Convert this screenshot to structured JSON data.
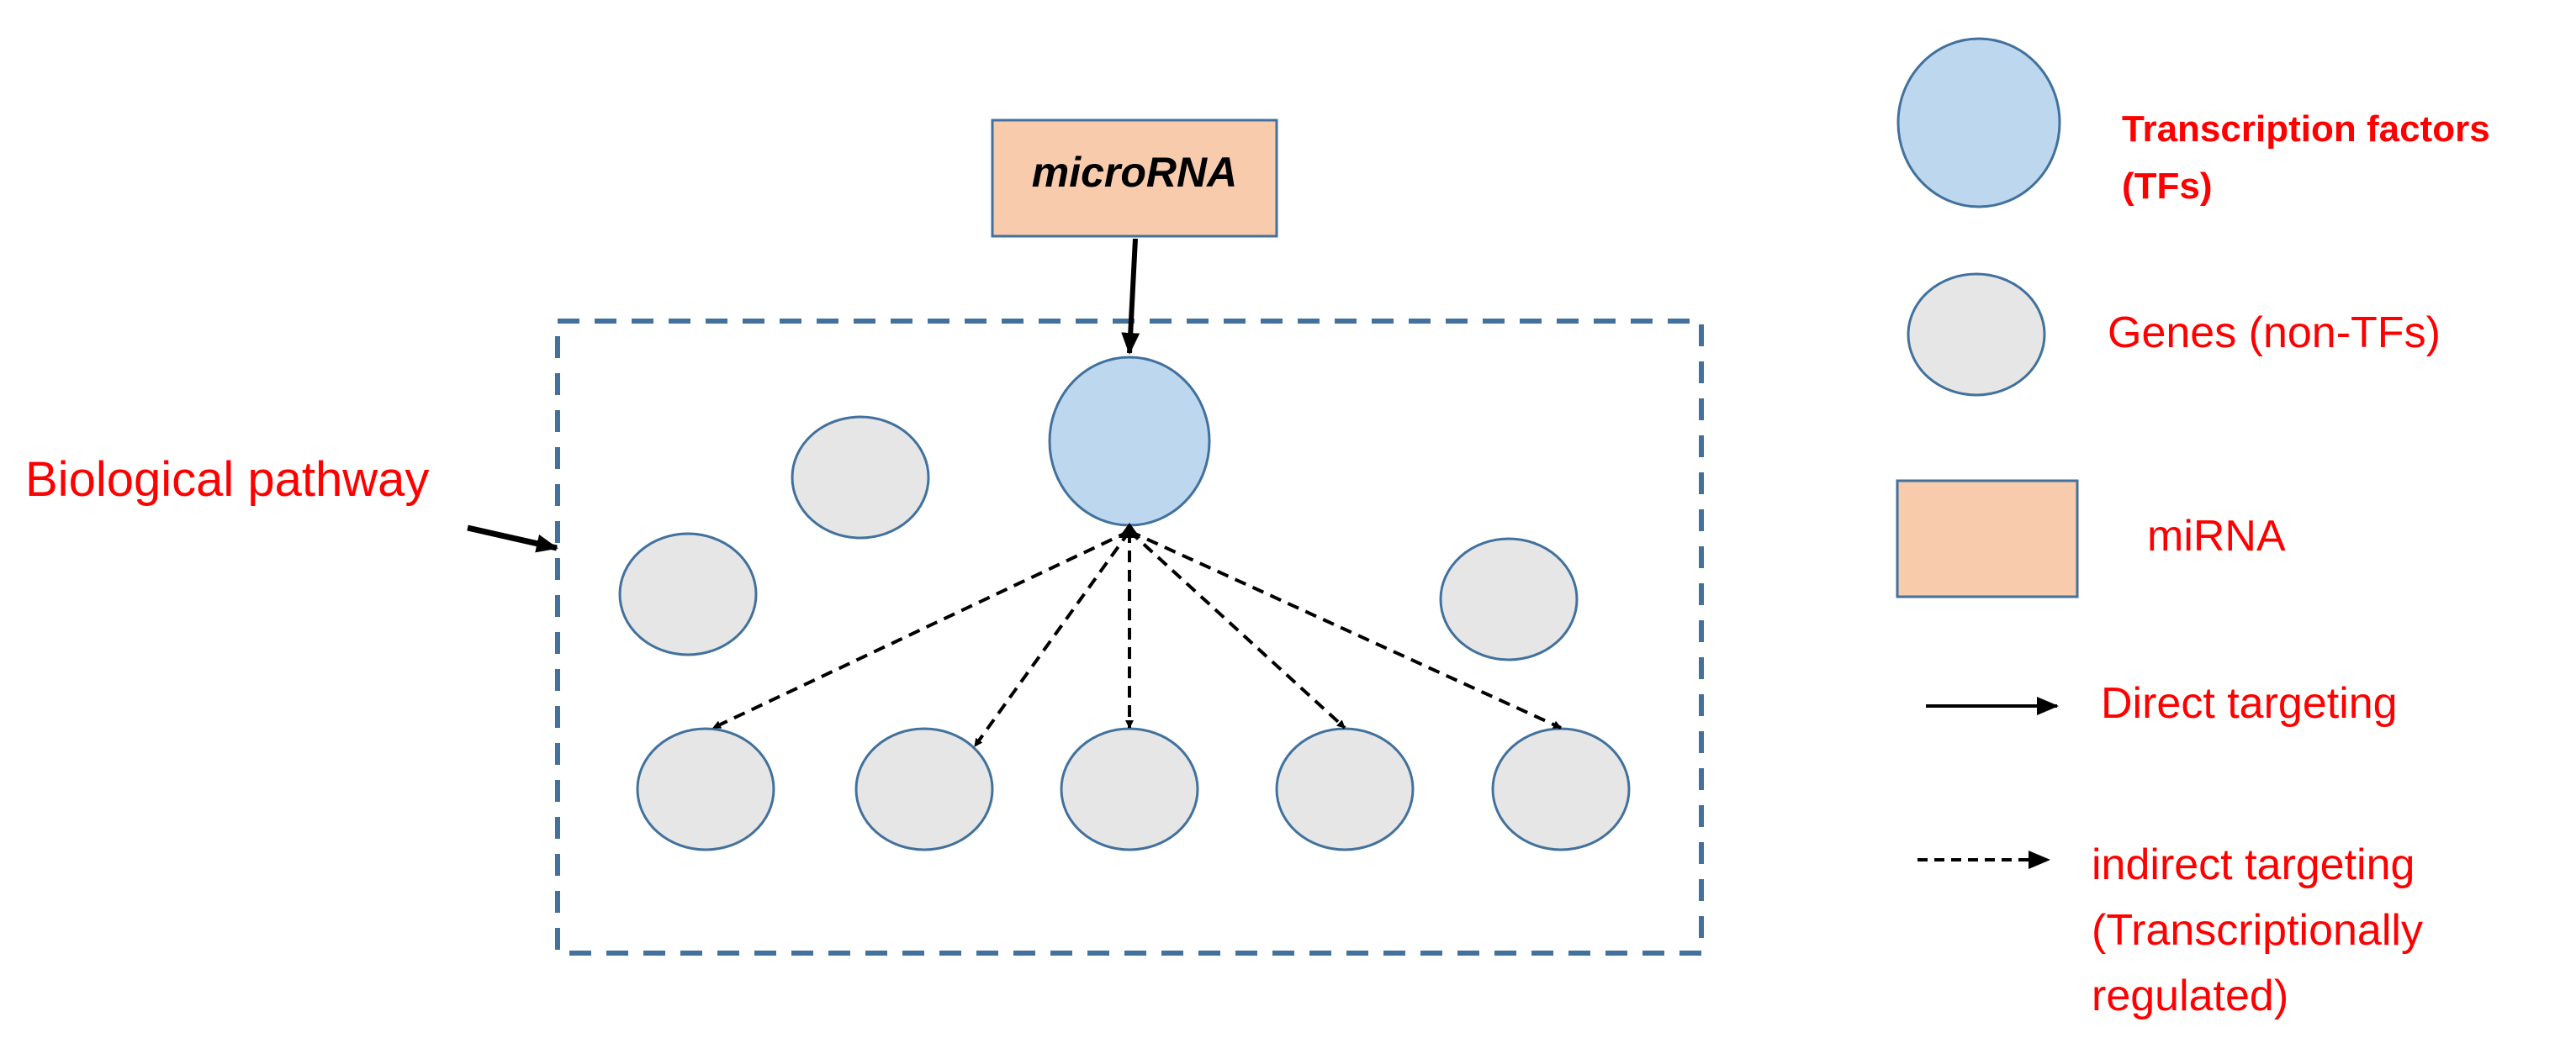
{
  "diagram": {
    "mirna_box_label": "microRNA",
    "pathway_label": "Biological pathway"
  },
  "legend": {
    "tf_line1": "Transcription factors",
    "tf_line2": "(TFs)",
    "genes": "Genes (non-TFs)",
    "mirna": "miRNA",
    "direct": "Direct targeting",
    "indirect_line1": "indirect targeting",
    "indirect_line2": "(Transcriptionally",
    "indirect_line3": "regulated)"
  },
  "colors": {
    "tf_fill": "#bdd7ee",
    "gene_fill": "#e6e6e6",
    "mirna_fill": "#f8cbad",
    "outline": "#41719c",
    "pathway_border": "#41719c",
    "label_red": "#ff0000",
    "arrow": "#000000"
  }
}
